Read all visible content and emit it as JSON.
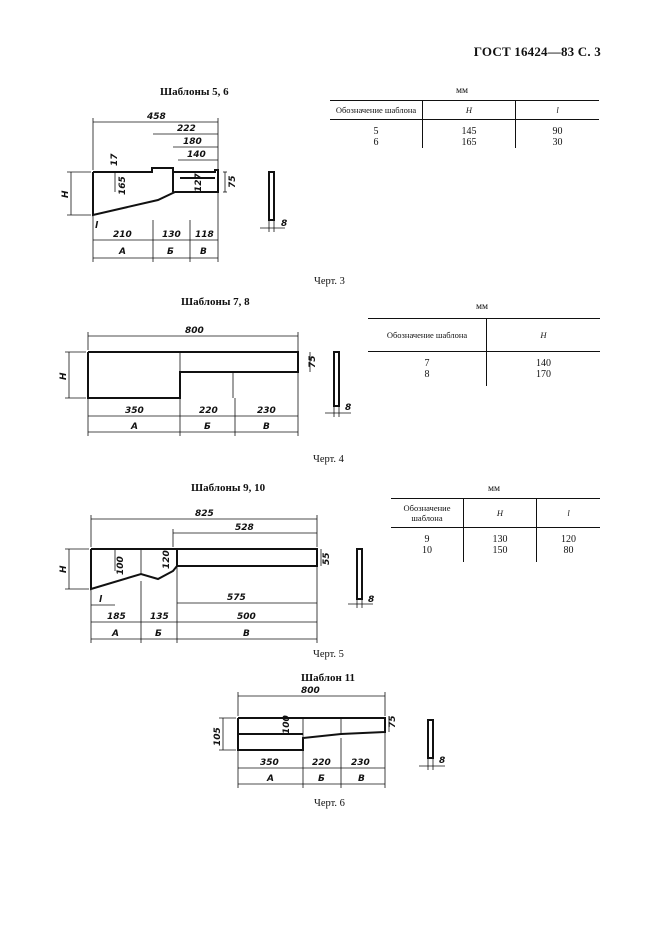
{
  "header": "ГОСТ 16424—83 С. 3",
  "figures": [
    {
      "title": "Шаблоны 5, 6",
      "caption": "Черт. 3",
      "dims": {
        "overall": "458",
        "d222": "222",
        "d180": "180",
        "d140": "140",
        "d17": "17",
        "d165": "165",
        "d127": "127",
        "d75": "75",
        "dH": "H",
        "dl": "l",
        "seg1": "210",
        "seg2": "130",
        "seg3": "118",
        "zA": "А",
        "zB": "Б",
        "zV": "В",
        "thick": "8"
      },
      "table": {
        "unit": "мм",
        "headers": [
          "Обозначение шаблона",
          "H",
          "l"
        ],
        "rows": [
          [
            "5",
            "145",
            "90"
          ],
          [
            "6",
            "165",
            "30"
          ]
        ]
      }
    },
    {
      "title": "Шаблоны 7, 8",
      "caption": "Черт. 4",
      "dims": {
        "overall": "800",
        "d75": "75",
        "dH": "H",
        "seg1": "350",
        "seg2": "220",
        "seg3": "230",
        "zA": "А",
        "zB": "Б",
        "zV": "В",
        "thick": "8"
      },
      "table": {
        "unit": "мм",
        "headers": [
          "Обозначение шаблона",
          "H"
        ],
        "rows": [
          [
            "7",
            "140"
          ],
          [
            "8",
            "170"
          ]
        ]
      }
    },
    {
      "title": "Шаблоны 9, 10",
      "caption": "Черт. 5",
      "dims": {
        "overall": "825",
        "d528": "528",
        "d100": "100",
        "d120": "120",
        "d55": "55",
        "dH": "H",
        "dl": "l",
        "d575": "575",
        "seg1": "185",
        "seg2": "135",
        "seg3": "500",
        "zA": "А",
        "zB": "Б",
        "zV": "В",
        "thick": "8"
      },
      "table": {
        "unit": "мм",
        "headers": [
          "Обозначение шаблона",
          "H",
          "l"
        ],
        "rows": [
          [
            "9",
            "130",
            "120"
          ],
          [
            "10",
            "150",
            "80"
          ]
        ]
      }
    },
    {
      "title": "Шаблон 11",
      "caption": "Черт. 6",
      "dims": {
        "overall": "800",
        "d100": "100",
        "d75": "75",
        "d105": "105",
        "seg1": "350",
        "seg2": "220",
        "seg3": "230",
        "zA": "А",
        "zB": "Б",
        "zV": "В",
        "thick": "8"
      }
    }
  ]
}
